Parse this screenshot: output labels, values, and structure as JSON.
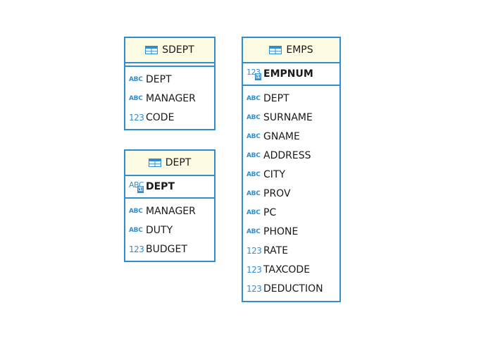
{
  "entities": {
    "sdept": {
      "title": "SDEPT",
      "columns": [
        {
          "type": "ABC",
          "name": "DEPT"
        },
        {
          "type": "ABC",
          "name": "MANAGER"
        },
        {
          "type": "123",
          "name": "CODE"
        }
      ]
    },
    "dept": {
      "title": "DEPT",
      "key": {
        "type": "ABC",
        "name": "DEPT"
      },
      "columns": [
        {
          "type": "ABC",
          "name": "MANAGER"
        },
        {
          "type": "ABC",
          "name": "DUTY"
        },
        {
          "type": "123",
          "name": "BUDGET"
        }
      ]
    },
    "emps": {
      "title": "EMPS",
      "key": {
        "type": "123",
        "name": "EMPNUM"
      },
      "columns": [
        {
          "type": "ABC",
          "name": "DEPT"
        },
        {
          "type": "ABC",
          "name": "SURNAME"
        },
        {
          "type": "ABC",
          "name": "GNAME"
        },
        {
          "type": "ABC",
          "name": "ADDRESS"
        },
        {
          "type": "ABC",
          "name": "CITY"
        },
        {
          "type": "ABC",
          "name": "PROV"
        },
        {
          "type": "ABC",
          "name": "PC"
        },
        {
          "type": "ABC",
          "name": "PHONE"
        },
        {
          "type": "123",
          "name": "RATE"
        },
        {
          "type": "123",
          "name": "TAXCODE"
        },
        {
          "type": "123",
          "name": "DEDUCTION"
        }
      ]
    }
  },
  "colors": {
    "accent": "#2f8ed1",
    "header_bg": "#fdfbe3"
  }
}
